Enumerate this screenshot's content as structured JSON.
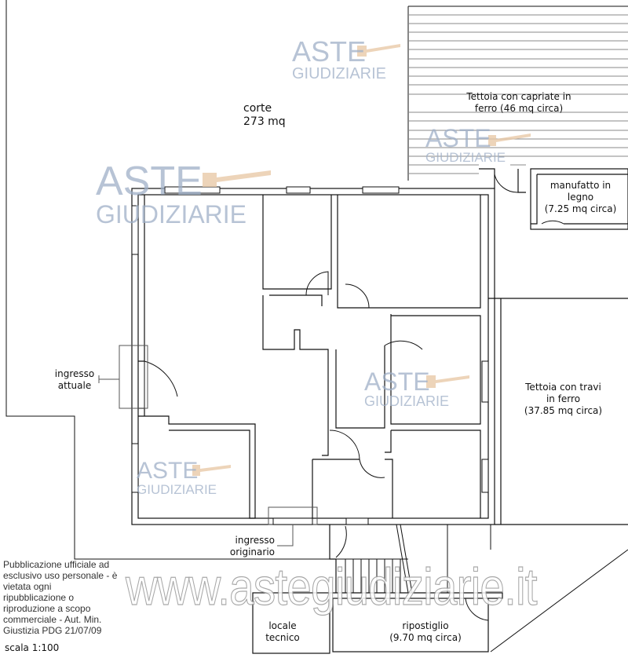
{
  "labels": {
    "corte": "corte",
    "corte_area": "273 mq",
    "tettoia_capriate_l1": "Tettoia con capriate in",
    "tettoia_capriate_l2": "ferro (46 mq circa)",
    "manufatto_l1": "manufatto in",
    "manufatto_l2": "legno",
    "manufatto_l3": "(7.25 mq circa)",
    "tettoia_travi_l1": "Tettoia con travi",
    "tettoia_travi_l2": "in ferro",
    "tettoia_travi_l3": "(37.85 mq circa)",
    "ingresso_attuale_l1": "ingresso",
    "ingresso_attuale_l2": "attuale",
    "ingresso_originario_l1": "ingresso",
    "ingresso_originario_l2": "originario",
    "locale_tecnico_l1": "locale",
    "locale_tecnico_l2": "tecnico",
    "ripostiglio_l1": "ripostiglio",
    "ripostiglio_l2": "(9.70 mq circa)",
    "scale": "scala 1:100"
  },
  "watermark": {
    "logo_line1": "ASTE",
    "logo_line2": "GIUDIZIARIE",
    "site": "www.astegiudiziarie.it",
    "notice_l1": "Pubblicazione ufficiale ad esclusivo uso personale - è vietata ogni",
    "notice_l2": "ripubblicazione o riproduzione a scopo commerciale - Aut. Min. Giustizia PDG 21/07/09"
  },
  "colors": {
    "wall": "#111111",
    "watermark": "#9fb0c8",
    "gavel": "#e8c9a8"
  }
}
